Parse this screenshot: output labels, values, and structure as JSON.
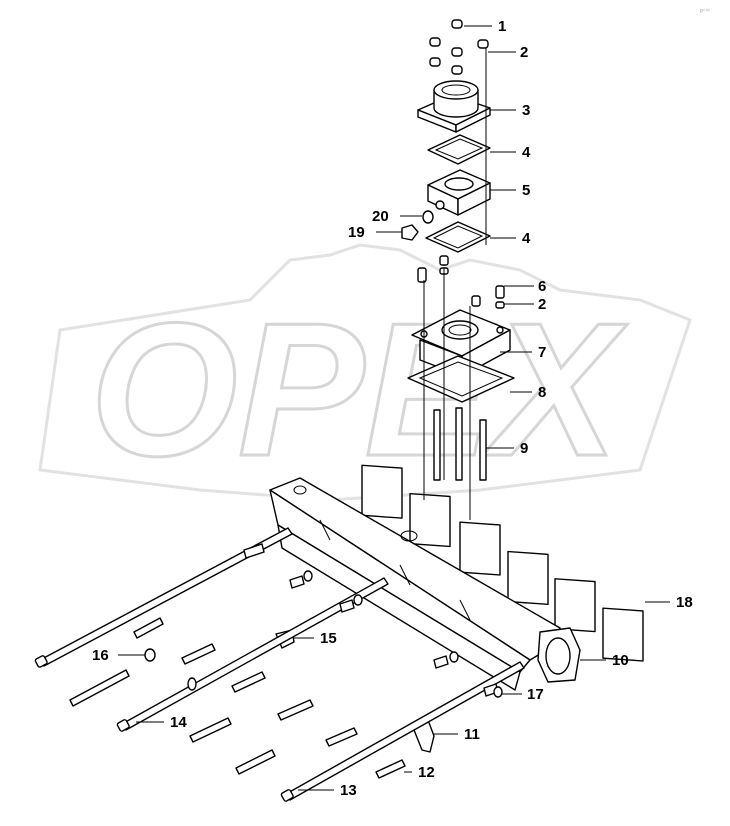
{
  "watermark": {
    "text": "OPEX"
  },
  "corner_mark": "pᵒ ˢᵒ",
  "callouts": [
    {
      "id": "c1",
      "label": "1"
    },
    {
      "id": "c2a",
      "label": "2"
    },
    {
      "id": "c3",
      "label": "3"
    },
    {
      "id": "c4a",
      "label": "4"
    },
    {
      "id": "c5",
      "label": "5"
    },
    {
      "id": "c20",
      "label": "20"
    },
    {
      "id": "c19",
      "label": "19"
    },
    {
      "id": "c4b",
      "label": "4"
    },
    {
      "id": "c6",
      "label": "6"
    },
    {
      "id": "c2b",
      "label": "2"
    },
    {
      "id": "c7",
      "label": "7"
    },
    {
      "id": "c8",
      "label": "8"
    },
    {
      "id": "c9",
      "label": "9"
    },
    {
      "id": "c18",
      "label": "18"
    },
    {
      "id": "c10",
      "label": "10"
    },
    {
      "id": "c17",
      "label": "17"
    },
    {
      "id": "c11",
      "label": "11"
    },
    {
      "id": "c12",
      "label": "12"
    },
    {
      "id": "c13",
      "label": "13"
    },
    {
      "id": "c14",
      "label": "14"
    },
    {
      "id": "c15",
      "label": "15"
    },
    {
      "id": "c16",
      "label": "16"
    }
  ]
}
